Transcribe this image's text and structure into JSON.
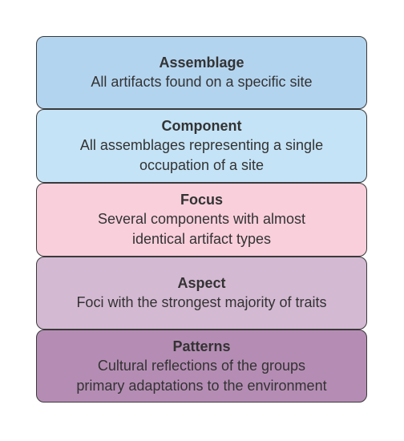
{
  "levels": [
    {
      "title": "Assemblage",
      "description": "All artifacts found on a specific site",
      "color": "#b3d4ef"
    },
    {
      "title": "Component",
      "description": "All assemblages representing a single\noccupation of a site",
      "color": "#c5e3f6"
    },
    {
      "title": "Focus",
      "description": "Several components with almost\nidentical artifact types",
      "color": "#f9cfdc"
    },
    {
      "title": "Aspect",
      "description": "Foci with the strongest majority of traits",
      "color": "#d4b9d3"
    },
    {
      "title": "Patterns",
      "description": "Cultural reflections of the groups\nprimary adaptations to the environment",
      "color": "#b58db4"
    }
  ]
}
